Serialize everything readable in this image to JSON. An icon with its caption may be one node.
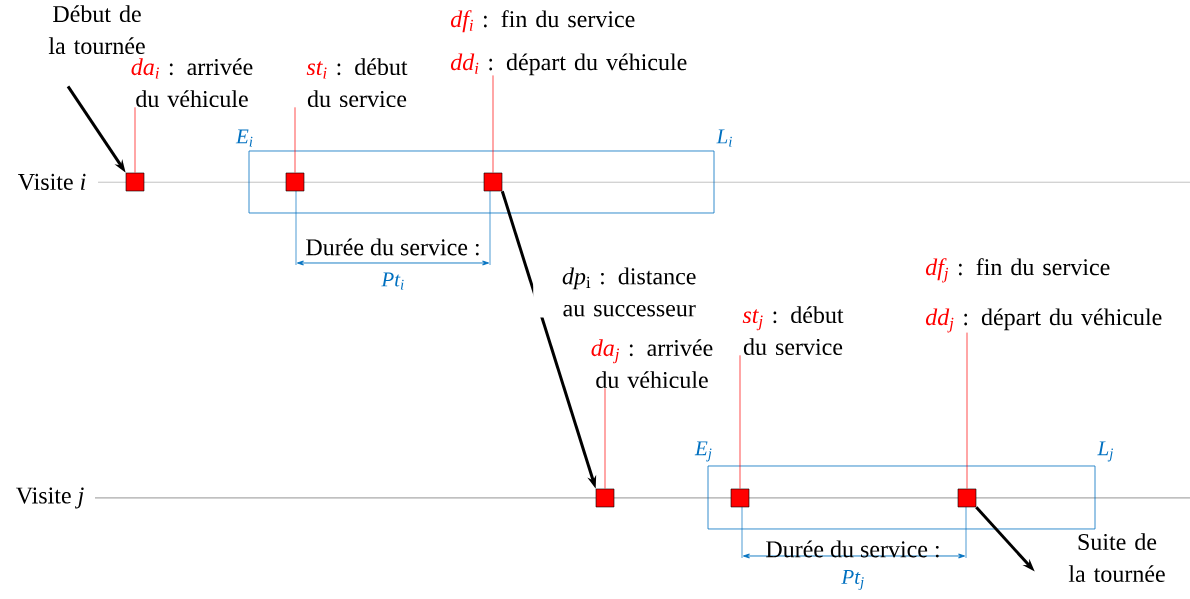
{
  "diagram": {
    "nodes": [
      {
        "text": [
          "Début de la tournée"
        ]
      },
      {
        "text": [
          "da$_{i}$",
          ": arrivée du véhicule"
        ]
      },
      {
        "text": [
          "st$_{i}$",
          ": début du service"
        ]
      },
      {
        "text": [
          "df$_{i}$",
          ": fin du service",
          "dd$_{i}$",
          ": départ du véhicule"
        ]
      },
      {
        "text": [],
        "shape": "box"
      },
      {
        "text": [
          "E$_{i}$",
          "L$_{i}$"
        ]
      },
      {
        "text": [],
        "shape": "box",
        "in": 5
      },
      {
        "text": [],
        "shape": "box",
        "in": 5
      },
      {
        "text": [
          "df$_{j}$",
          ": fin du service",
          "dd$_{j}$",
          ": départ du véhicule"
        ]
      },
      {
        "text": [
          "st$_{j}$",
          ": début du service"
        ]
      },
      {
        "text": [
          "da$_{j}$",
          ": arrivée du véhicule"
        ]
      },
      {
        "text": [],
        "shape": "box"
      },
      {
        "text": [
          "E$_{j}$",
          "L$_{j}$"
        ]
      },
      {
        "text": [],
        "shape": "box",
        "in": 12
      },
      {
        "text": [],
        "shape": "box",
        "in": 12
      },
      {
        "text": [
          "Suite de la tournée"
        ]
      }
    ],
    "edges": [
      {
        "from": 0,
        "to": 4,
        "arrow": "to",
        "style": "thick",
        "color": "#000000"
      },
      {
        "from": 1,
        "to": 4,
        "arrow": "none"
      },
      {
        "from": 2,
        "to": 6,
        "arrow": "none"
      },
      {
        "from": 3,
        "to": 7,
        "arrow": "none"
      },
      {
        "from": 7,
        "to": 11,
        "arrow": "to",
        "style": "thick",
        "color": "#000000",
        "label": "*dp*$_{i}$ : distance au successeur"
      },
      {
        "from": 10,
        "to": 11,
        "arrow": "none"
      },
      {
        "from": 9,
        "to": 13,
        "arrow": "none"
      },
      {
        "from": 8,
        "to": 14,
        "arrow": "none"
      },
      {
        "from": 14,
        "to": 15,
        "arrow": "to",
        "style": "thick",
        "color": "#000000"
      }
    ],
    "labels": [
      "Visite *i*",
      "Durée du service :",
      "Pt$_{i}$",
      "Visite *j*",
      "Durée du service :",
      "Pt$_{j}$"
    ]
  }
}
